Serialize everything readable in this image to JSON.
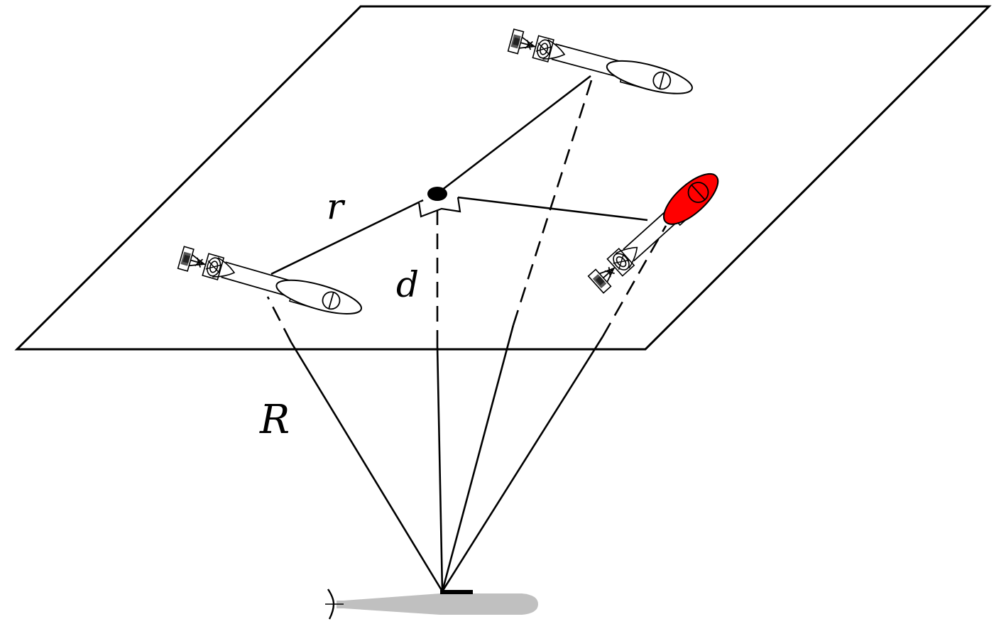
{
  "labels": {
    "r": "r",
    "d": "d",
    "R": "R"
  },
  "colors": {
    "stroke": "#000000",
    "highlight": "#ff0000",
    "submarine": "#c0c0c0",
    "background": "#ffffff"
  },
  "icons": {
    "buoy": "sonobuoy-icon",
    "target": "submarine-icon",
    "center": "center-point-icon"
  }
}
